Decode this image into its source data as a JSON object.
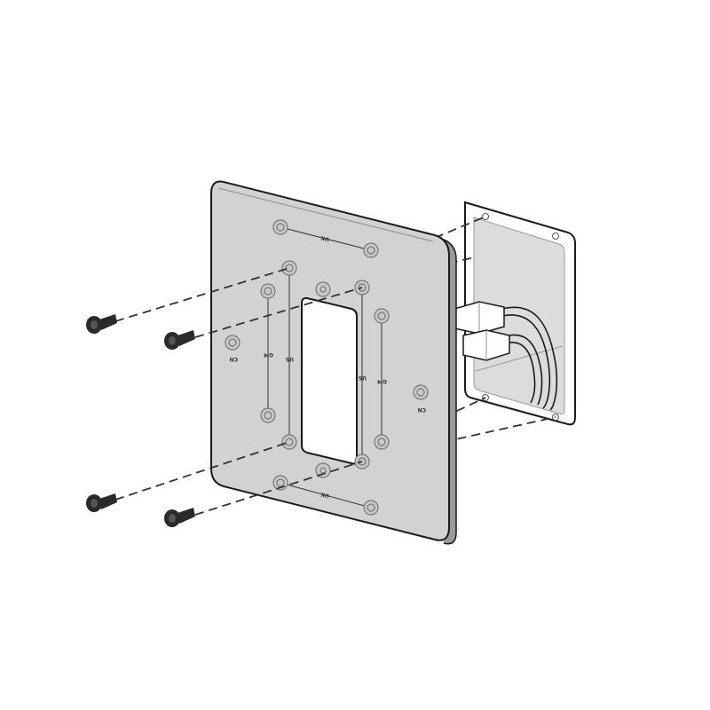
{
  "diagram": {
    "subject": "mounting plate installation onto electrical wall box",
    "colors": {
      "background": "#ffffff",
      "plate_fill": "#d2d2d2",
      "plate_edge": "#8a8a8a",
      "outline": "#1a1a1a",
      "box_inner": "#dcdcdc",
      "screw": "#2a2a2a",
      "guide_line": "#333333"
    },
    "hole_labels": {
      "top_pattern": "UK",
      "bottom_pattern": "UK",
      "left_outer": "GM",
      "left_inner": "US",
      "right_inner": "US",
      "right_outer": "GM",
      "left_side": "CN",
      "right_side": "CN"
    },
    "screws": [
      {
        "name": "screw-top-left"
      },
      {
        "name": "screw-upper-middle"
      },
      {
        "name": "screw-bottom-left"
      },
      {
        "name": "screw-lower-middle"
      }
    ],
    "components": [
      "mounting-plate",
      "wall-box",
      "connectors",
      "screws"
    ]
  }
}
